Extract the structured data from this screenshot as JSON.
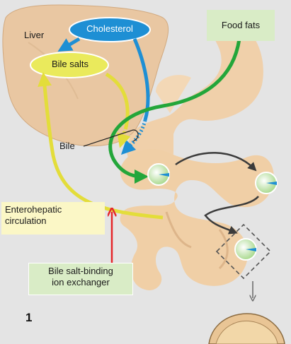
{
  "labels": {
    "liver": "Liver",
    "cholesterol": "Cholesterol",
    "bile_salts": "Bile salts",
    "food_fats": "Food fats",
    "bile": "Bile",
    "enterohepatic_line1": "Enterohepatic",
    "enterohepatic_line2": "circulation",
    "exchanger_line1": "Bile salt-binding",
    "exchanger_line2": "ion exchanger",
    "panel_number": "1"
  },
  "colors": {
    "background": "#e4e4e4",
    "liver": "#e9c7a2",
    "intestine": "#f0cfa6",
    "cholesterol_fill": "#1e8fd4",
    "bile_salts_fill": "#eaea5c",
    "food_fats_box": "#d9ecc6",
    "green_arrow": "#23a63a",
    "blue_arrow": "#1e8fd4",
    "yellow_arrow": "#e3dd3a",
    "red_arrow": "#e5262a",
    "dark_arrow": "#3b3b3b",
    "enterohepatic_box": "#fbf7c6",
    "exchanger_box": "#d9ecc6"
  }
}
